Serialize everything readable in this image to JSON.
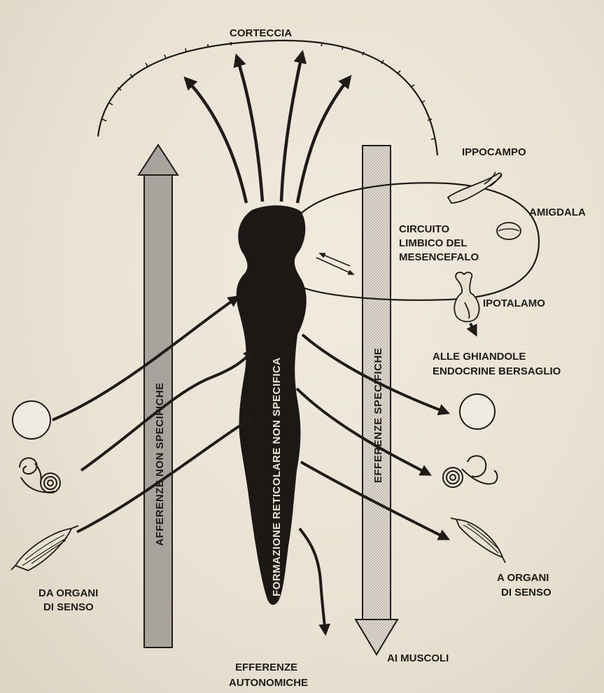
{
  "labels": {
    "cortex": "CORTECCIA",
    "hippocampus": "IPPOCAMPO",
    "amygdala": "AMIGDALA",
    "limbic_line1": "CIRCUITO",
    "limbic_line2": "LIMBICO DEL",
    "limbic_line3": "MESENCEFALO",
    "hypothalamus": "IPOTALAMO",
    "glands_line1": "ALLE GHIANDOLE",
    "glands_line2": "ENDOCRINE BERSAGLIO",
    "from_senses_line1": "DA ORGANI",
    "from_senses_line2": "DI SENSO",
    "to_senses_line1": "A ORGANI",
    "to_senses_line2": "DI SENSO",
    "autonomic_line1": "EFFERENZE",
    "autonomic_line2": "AUTONOMICHE",
    "to_muscles": "AI MUSCOLI",
    "afferent_vertical": "AFFERENZE NON SPECIFICHE",
    "reticular_vertical": "FORMAZIONE RETICOLARE NON SPECIFICA",
    "efferent_vertical": "EFFERENZE SPECIFICHE"
  },
  "icons": [
    "eye-icon",
    "ear-icon",
    "muscle-icon"
  ]
}
